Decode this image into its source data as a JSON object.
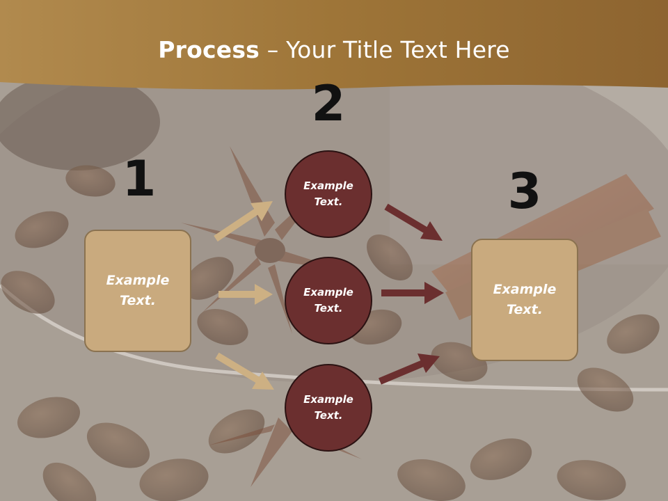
{
  "title": {
    "bold": "Process",
    "rest": " – Your Title Text Here"
  },
  "steps": {
    "one": "1",
    "two": "2",
    "three": "3"
  },
  "nodes": {
    "left_box": "Example Text.",
    "circle_top": "Example Text.",
    "circle_middle": "Example Text.",
    "circle_bottom": "Example Text.",
    "right_box": "Example Text."
  },
  "colors": {
    "banner": "#a87d3f",
    "box_fill": "#c9aa7e",
    "circle_fill": "#6b2f2f",
    "arrow_tan": "#cdb083",
    "arrow_maroon": "#6b2f2f",
    "background": "#a79e94"
  }
}
